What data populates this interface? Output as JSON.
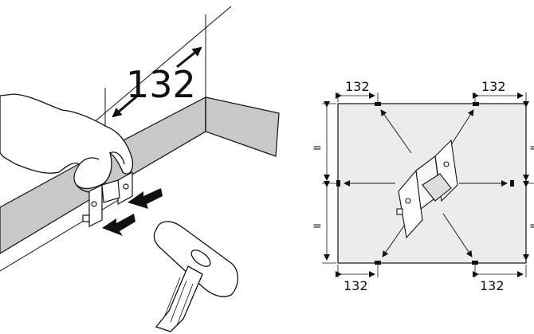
{
  "left_illustration": {
    "dimension_label": "132"
  },
  "right_plan": {
    "top_left_dimension": "132",
    "top_right_dimension": "132",
    "bottom_left_dimension": "132",
    "bottom_right_dimension": "132",
    "left_upper_equal": "=",
    "left_lower_equal": "=",
    "right_upper_equal": "=",
    "right_lower_equal": "="
  },
  "colors": {
    "panel_fill": "#ececec",
    "wall_fill": "#c8c8c8",
    "line": "#111111"
  }
}
